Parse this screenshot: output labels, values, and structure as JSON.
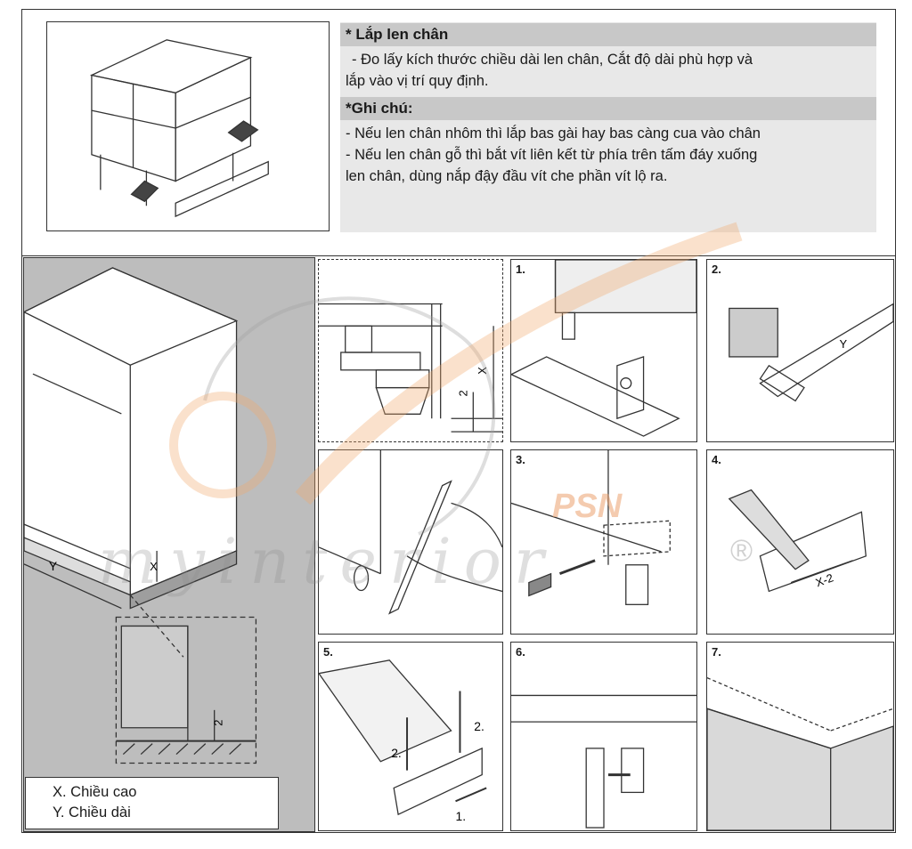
{
  "header": {
    "title1": "* Lắp len chân",
    "line1": "- Đo lấy kích thước chiều dài len chân, Cắt độ dài phù hợp và",
    "line2": "lắp vào vị trí quy định.",
    "title2": "*Ghi chú:",
    "line3": "- Nếu len chân nhôm thì lắp bas gài hay bas càng cua vào chân",
    "line4": "- Nếu len chân gỗ thì bắt vít liên kết từ phía trên tấm đáy xuống",
    "line5": "len chân, dùng nắp đậy đầu vít che phần vít lộ ra."
  },
  "legend": {
    "x": "X. Chiều cao",
    "y": "Y. Chiều dài"
  },
  "labels": {
    "dim_x": "X",
    "dim_y": "Y",
    "dim_2": "2",
    "dim_x2": "X-2",
    "callout_1": "1.",
    "callout_2": "2."
  },
  "steps": [
    "1.",
    "2.",
    "3.",
    "4.",
    "5.",
    "6.",
    "7."
  ],
  "watermark": {
    "brand": "PSN",
    "script": "myinterior",
    "reg": "®"
  }
}
